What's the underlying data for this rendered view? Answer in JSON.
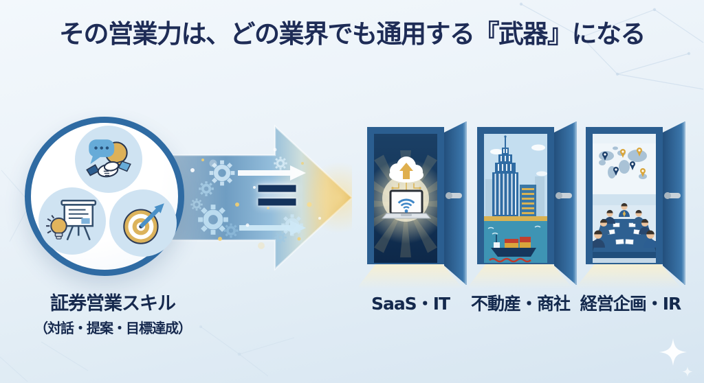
{
  "title": "その営業力は、どの業界でも通用する『武器』になる",
  "skill": {
    "label": "証券営業スキル",
    "sublabel": "（対話・提案・目標達成）",
    "icons": [
      {
        "name": "dialogue-handshake-icon"
      },
      {
        "name": "idea-presentation-icon"
      },
      {
        "name": "target-arrow-icon"
      }
    ]
  },
  "transformation": {
    "equals_symbol": "=",
    "icon": "gears-transformation-arrow"
  },
  "doors": [
    {
      "label": "SaaS・IT",
      "scene_icon": "cloud-laptop-wifi-icon"
    },
    {
      "label": "不動産・商社",
      "scene_icon": "skyscraper-cargo-ship-icon"
    },
    {
      "label": "経営企画・IR",
      "scene_icon": "world-map-boardroom-icon"
    }
  ],
  "colors": {
    "title_text": "#1e2c56",
    "door_blue": "#2e6394",
    "accent_gold": "#d9b253",
    "circle_border": "#2f6ba3",
    "background_top": "#f3f8fc",
    "background_bottom": "#d6e5f1"
  }
}
